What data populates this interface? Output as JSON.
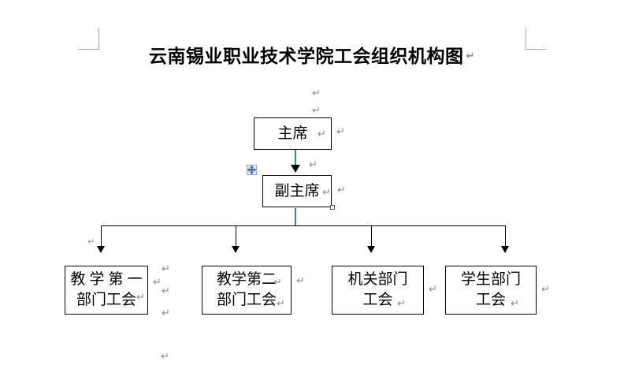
{
  "document": {
    "title": "云南锡业职业技术学院工会组织机构图",
    "title_pilcrow": "↵",
    "pilcrow_glyph": "↵"
  },
  "colors": {
    "box_border": "#000000",
    "connector_selected": "#31859c",
    "connector_black": "#000000",
    "margin_mark": "#a6a6a6",
    "pilcrow": "#8c8c8c",
    "handle_fill": "#e9edf3",
    "handle_border": "#9aa7bb",
    "move_arrow": "#2b5fb8"
  },
  "chart": {
    "type": "org-chart",
    "nodes": [
      {
        "id": "chair",
        "label": "主席",
        "lines": [
          "主席"
        ],
        "level": 0
      },
      {
        "id": "vice",
        "label": "副主席",
        "lines": [
          "副主席"
        ],
        "level": 1
      },
      {
        "id": "dept1",
        "label": "教学第一部门工会",
        "lines": [
          "教学第一",
          "部门工会"
        ],
        "level": 2
      },
      {
        "id": "dept2",
        "label": "教学第二部门工会",
        "lines": [
          "教学第二",
          "部门工会"
        ],
        "level": 2
      },
      {
        "id": "dept3",
        "label": "机关部门工会",
        "lines": [
          "机关部门",
          "工会"
        ],
        "level": 2
      },
      {
        "id": "dept4",
        "label": "学生部门工会",
        "lines": [
          "学生部门",
          "工会"
        ],
        "level": 2
      }
    ],
    "edges": [
      {
        "from": "chair",
        "to": "vice",
        "style": "arrow",
        "selected": true
      },
      {
        "from": "vice",
        "to": "dept1",
        "style": "arrow"
      },
      {
        "from": "vice",
        "to": "dept2",
        "style": "arrow"
      },
      {
        "from": "vice",
        "to": "dept3",
        "style": "arrow"
      },
      {
        "from": "vice",
        "to": "dept4",
        "style": "arrow"
      }
    ]
  },
  "boxes": {
    "chair": {
      "line1": "主席"
    },
    "vice": {
      "line1": "副主席"
    },
    "dept1": {
      "line1": "教学第一",
      "line2": "部门工会"
    },
    "dept2": {
      "line1": "教学第二",
      "line2": "部门工会"
    },
    "dept3": {
      "line1": "机关部门",
      "line2": "工会"
    },
    "dept4": {
      "line1": "学生部门",
      "line2": "工会"
    }
  },
  "marks": {
    "p": "↵"
  }
}
